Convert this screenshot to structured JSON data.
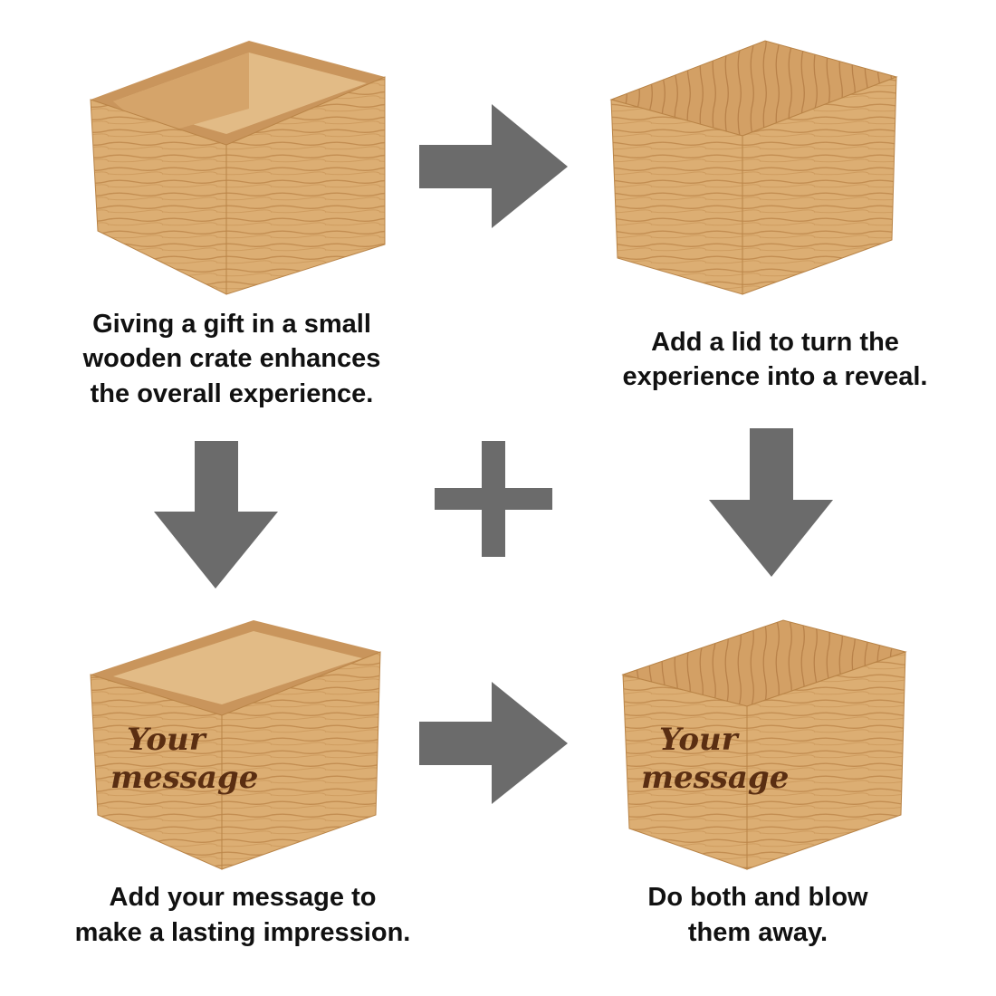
{
  "steps": [
    {
      "caption": [
        "Giving a gift in a small",
        "wooden crate enhances",
        "the overall experience."
      ]
    },
    {
      "caption": [
        "Add a lid to turn the",
        "experience into a reveal."
      ]
    },
    {
      "caption": [
        "Add your message to",
        "make a lasting impression."
      ]
    },
    {
      "caption": [
        "Do both and blow",
        "them away."
      ]
    }
  ],
  "engraving": [
    "Your",
    "message"
  ],
  "colors": {
    "arrow": "#6b6b6b",
    "wood": "#dcae73",
    "text": "#111111"
  }
}
